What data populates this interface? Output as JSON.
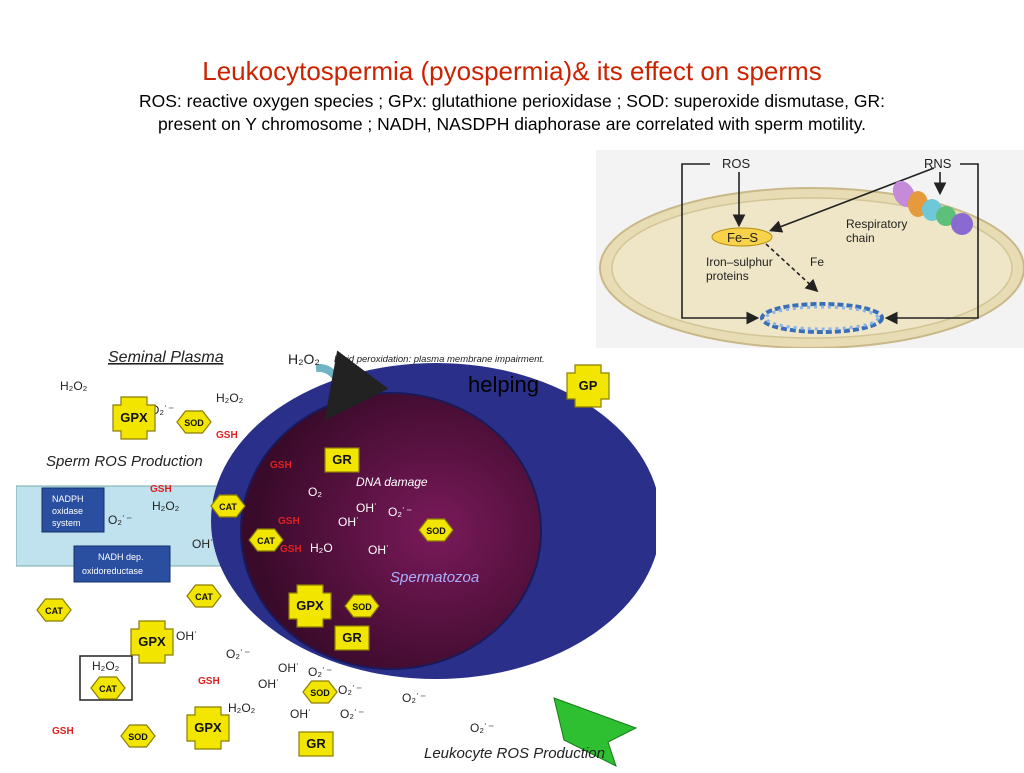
{
  "slide": {
    "title": "Leukocytospermia  (pyospermia)& its effect on sperms",
    "subtitle_line1": "ROS: reactive oxygen species  ; GPx: glutathione perioxidase ; SOD: superoxide dismutase, GR:",
    "subtitle_line2": "present on Y chromosome ; NADH, NASDPH diaphorase  are correlated with sperm motility.",
    "overlay_text": "helping"
  },
  "inset": {
    "ros": "ROS",
    "rns": "RNS",
    "fes": "Fe–S",
    "iron_sulphur_1": "Iron–sulphur",
    "iron_sulphur_2": "proteins",
    "fe": "Fe",
    "respiratory_1": "Respiratory",
    "respiratory_2": "chain"
  },
  "diagram": {
    "seminal_plasma": "Seminal Plasma",
    "lipid_peroxidation": "Lipid peroxidation: plasma membrane impairment.",
    "sperm_ros_production": "Sperm ROS Production",
    "nadph_1": "NADPH",
    "nadph_2": "oxidase",
    "nadph_3": "system",
    "nadh_1": "NADH dep.",
    "nadh_2": "oxidoreductase",
    "dna_damage": "DNA damage",
    "spermatozoa": "Spermatozoa",
    "leukocyte_ros": "Leukocyte ROS Production",
    "h2o2": "H₂O₂",
    "h2o": "H₂O",
    "o2": "O₂",
    "o2_rad": "O₂˙⁻",
    "oh": "OH˙",
    "gpx": "GPX",
    "sod": "SOD",
    "gr": "GR",
    "cat": "CAT",
    "gsh": "GSH",
    "gp_partial": "GP"
  },
  "colors": {
    "title": "#cc2200",
    "enzyme_fill": "#f2e600",
    "gsh_red": "#e02020",
    "sperm_outer": "#2a2f8a",
    "sperm_inner": "#5a1240",
    "inset_cell": "#eee6c4"
  }
}
